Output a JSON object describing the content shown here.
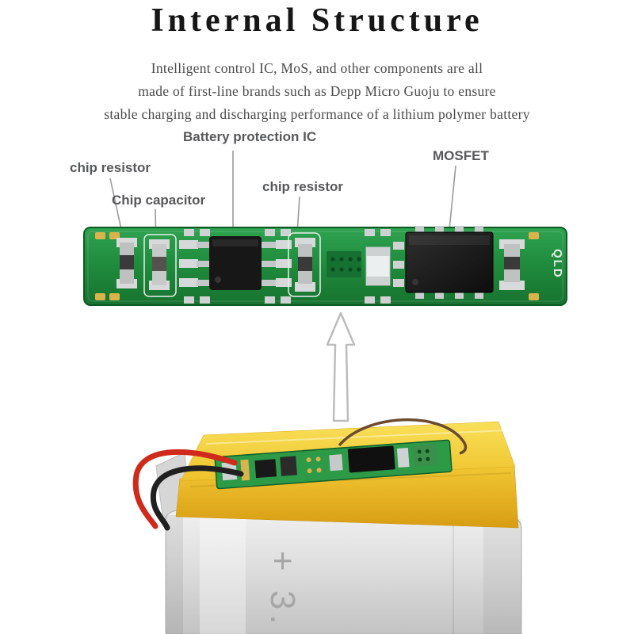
{
  "title": "Internal Structure",
  "description": [
    "Intelligent control IC, MoS, and other components are all",
    "made of first-line brands such as Depp Micro Guoju to ensure",
    "stable charging and discharging performance of a lithium polymer battery"
  ],
  "labels": {
    "battery_protection_ic": "Battery protection IC",
    "mosfet": "MOSFET",
    "chip_resistor_left": "chip resistor",
    "chip_capacitor": "Chip capacitor",
    "chip_resistor_mid": "chip resistor"
  },
  "pcb": {
    "marking": "QLD"
  },
  "battery": {
    "marking": "+ 3."
  },
  "colors": {
    "pcb_green": "#1f8a3c",
    "tape_yellow": "#eec22c",
    "wire_red": "#cf2a1b",
    "wire_black": "#202020",
    "label_gray": "#57585a"
  }
}
